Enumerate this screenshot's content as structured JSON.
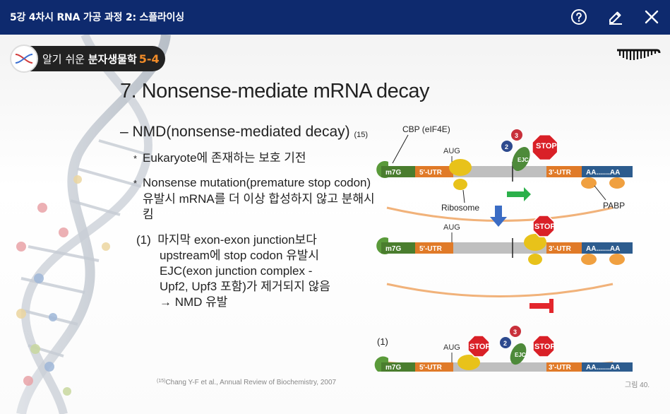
{
  "topbar": {
    "title": "5강 4차시 RNA 가공 과정 2: 스플라이싱",
    "help_icon": "question-circle-icon",
    "edit_icon": "pencil-icon",
    "close_icon": "close-icon"
  },
  "slide": {
    "badge": {
      "prefix": "알기 쉬운 ",
      "bold": "분자생물학",
      "number": "5-4"
    },
    "title": "7. Nonsense-mediate mRNA decay",
    "bullet_main": "– NMD(nonsense-mediated decay)",
    "bullet_main_ref": "(15)",
    "sub_bullets": [
      "Eukaryote에 존재하는 보호 기전",
      "Nonsense mutation(premature stop codon) 유발시 mRNA를 더 이상 합성하지 않고 분해시킴"
    ],
    "numbered": {
      "marker": "(1)",
      "lines": [
        "마지막 exon-exon junction보다",
        "upstream에 stop codon 유발시",
        "EJC(exon junction complex -",
        "Upf2, Upf3 포함)가 제거되지 않음",
        "→ NMD 유발"
      ]
    },
    "footnote_ref": "(15)",
    "footnote": "Chang Y-F et al., Annual Review of Biochemistry, 2007",
    "figure_number": "그림 40."
  },
  "diagram": {
    "cbp_label": "CBP (eIF4E)",
    "aug": "AUG",
    "m7g": "m7G",
    "utr5": "5'-UTR",
    "utr3": "3'-UTR",
    "polya": "AA.......AA",
    "stop": "STOP",
    "ejc": "EJC",
    "upf2": "2",
    "upf3": "3",
    "ribosome": "Ribosome",
    "pabp": "PABP",
    "case_label": "(1)",
    "colors": {
      "gcap": "#5a9a3a",
      "utr5": "#e07a28",
      "cds": "#bfbfbf",
      "utr3": "#e07a28",
      "polya": "#2d5c8e",
      "stop": "#d92027",
      "ribosome": "#e8c21a",
      "pabp": "#f0a040",
      "ejc": "#4e8a3a",
      "arrow_green": "#2bb04a",
      "arrow_blue": "#3b6cc4",
      "block_red": "#e3262c"
    }
  }
}
